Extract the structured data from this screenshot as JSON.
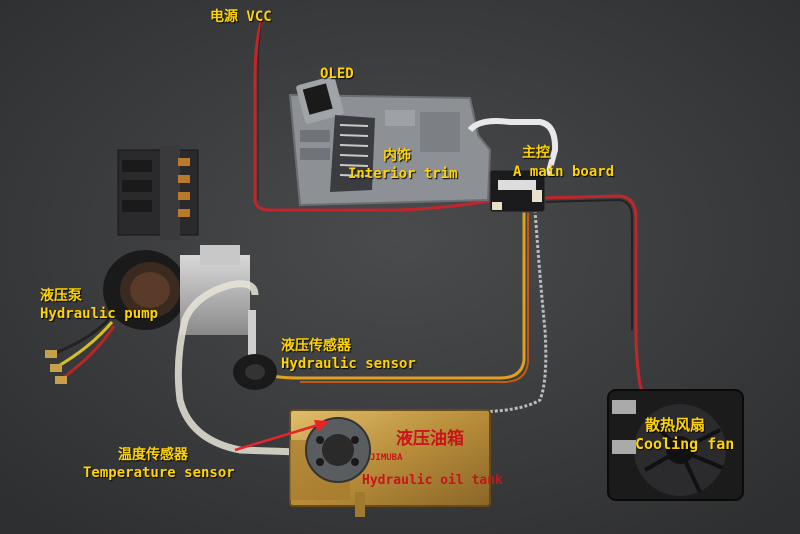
{
  "labels": {
    "power_cn": "电源 VCC",
    "oled": "OLED",
    "interior_cn": "内饰",
    "interior_en": "Interior trim",
    "mainboard_cn": "主控",
    "mainboard_en": "A main board",
    "pump_cn": "液压泵",
    "pump_en": "Hydraulic pump",
    "hsensor_cn": "液压传感器",
    "hsensor_en": "Hydraulic sensor",
    "tsensor_cn": "温度传感器",
    "tsensor_en": "Temperature sensor",
    "tank_cn": "液压油箱",
    "tank_en": "Hydraulic oil tank",
    "fan_cn": "散热风扇",
    "fan_en": "Cooling fan"
  },
  "colors": {
    "label": "#ffd400",
    "tank_label": "#c8141a",
    "arrow": "#e8242a",
    "background": "#3a3b3c",
    "wire_red": "#c0262a",
    "brass": "#c9a04a"
  },
  "logo_text": "JIMUBA"
}
